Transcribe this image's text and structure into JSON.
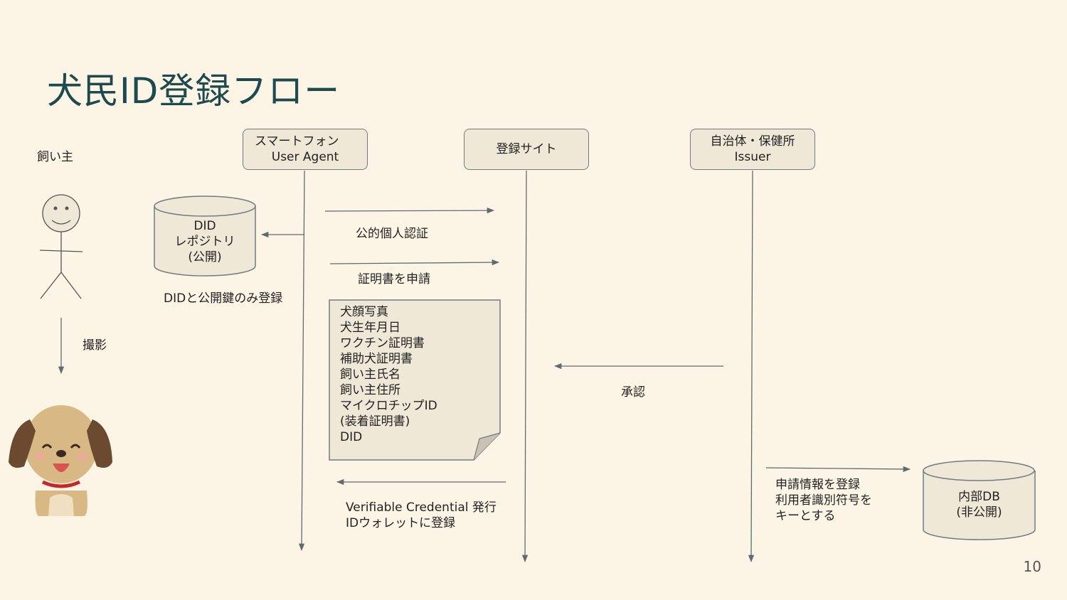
{
  "title": "犬民ID登録フロー",
  "page_number": "10",
  "actors": {
    "owner": "飼い主",
    "photo": "撮影",
    "smartphone": [
      "スマートフォン",
      "User Agent"
    ],
    "site": "登録サイト",
    "issuer": [
      "自治体・保健所",
      "Issuer"
    ]
  },
  "stores": {
    "did_repo": [
      "DID",
      "レポジトリ",
      "(公開)"
    ],
    "did_repo_note": "DIDと公開鍵のみ登録",
    "internal_db": [
      "内部DB",
      "(非公開)"
    ]
  },
  "messages": {
    "auth": "公的個人認証",
    "apply": "証明書を申請",
    "approve": "承認",
    "issue": [
      "Verifiable Credential 発行",
      "IDウォレットに登録"
    ],
    "register": [
      "申請情報を登録",
      "利用者識別符号を",
      "キーとする"
    ]
  },
  "document_items": [
    "犬顔写真",
    "犬生年月日",
    "ワクチン証明書",
    "補助犬証明書",
    "飼い主氏名",
    "飼い主住所",
    "マイクロチップID",
    "(装着証明書)",
    "DID"
  ]
}
